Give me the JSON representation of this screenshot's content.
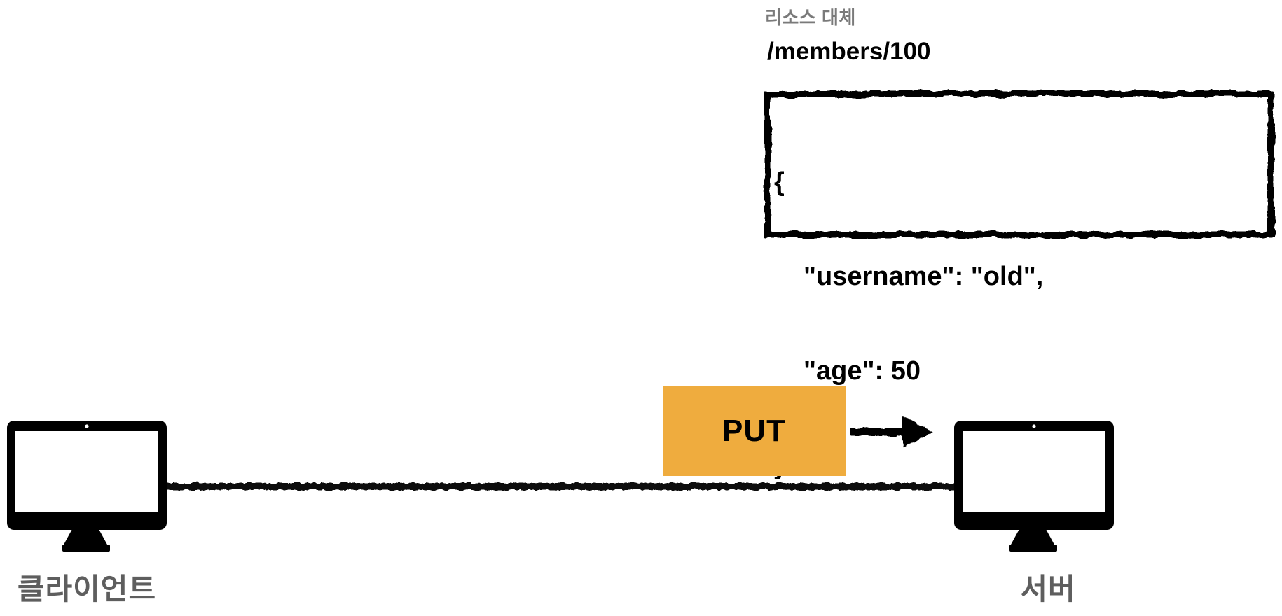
{
  "annotation": {
    "caption": "리소스 대체",
    "path": "/members/100"
  },
  "request_body": {
    "lines": [
      "{",
      "\"username\": \"old\",",
      "\"age\": 50",
      "}"
    ]
  },
  "message": {
    "method": "PUT"
  },
  "nodes": {
    "client_label": "클라이언트",
    "server_label": "서버"
  },
  "colors": {
    "method_fill": "#EFAC3E",
    "ink": "#000000",
    "caption_text": "#7A7A7A",
    "node_label_text": "#5E5E5E",
    "background": "#FFFFFF"
  }
}
